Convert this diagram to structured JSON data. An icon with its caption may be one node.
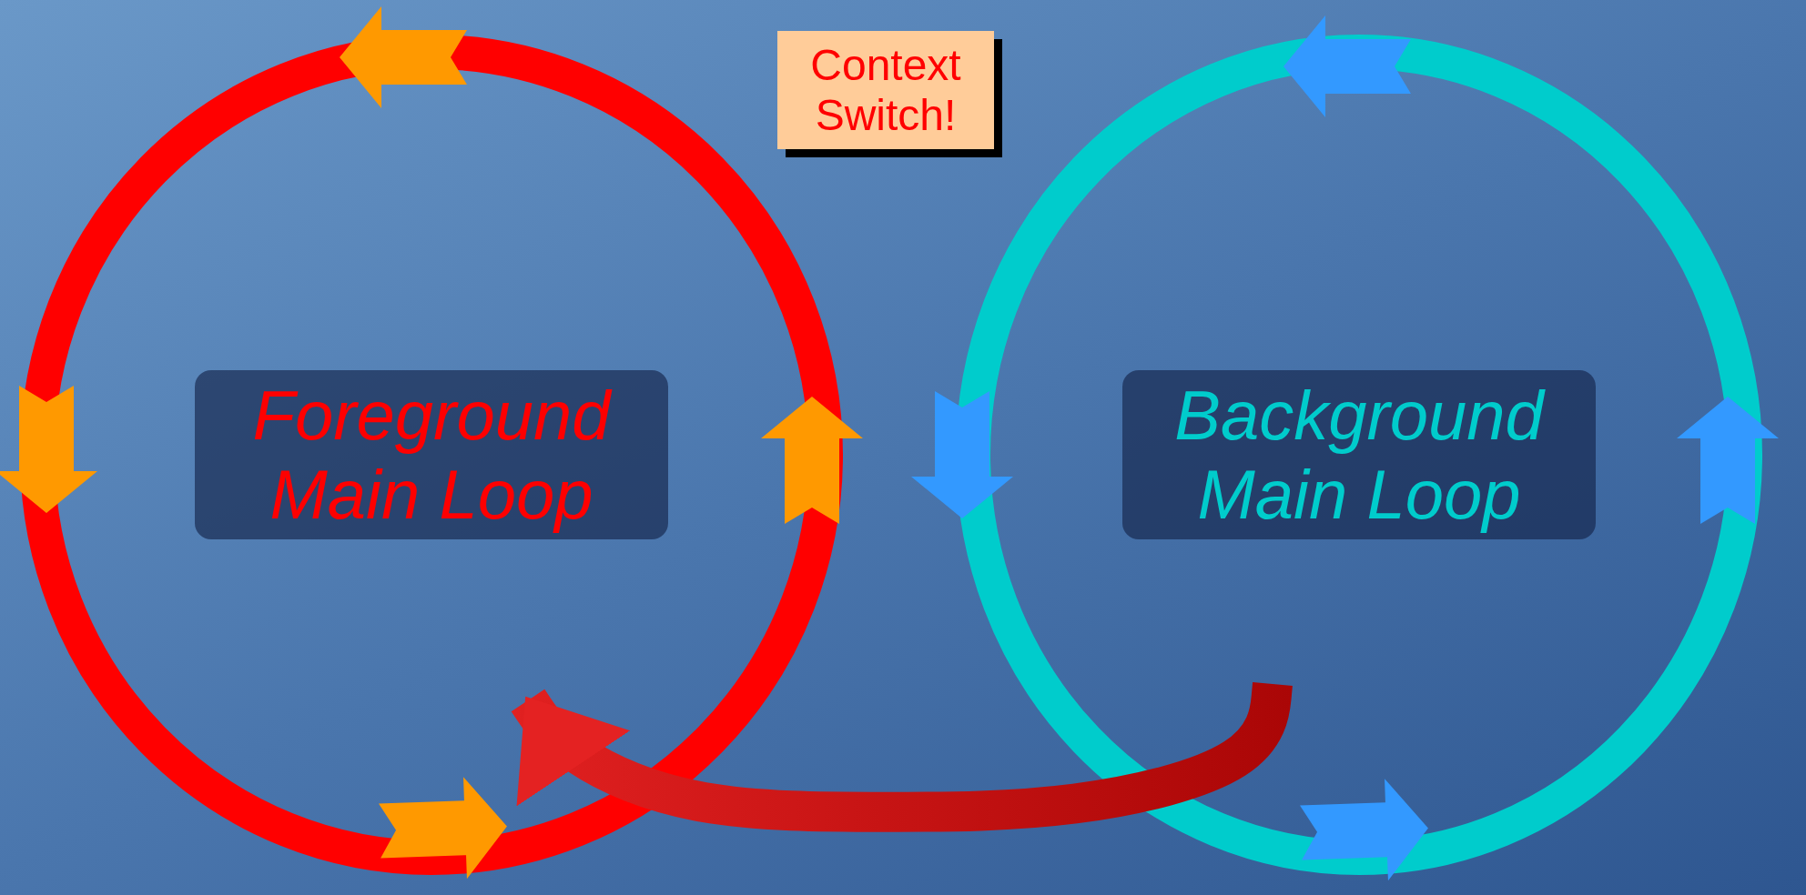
{
  "diagram": {
    "nodes": [
      {
        "text": [
          "Foreground Main Loop"
        ]
      },
      {
        "text": [
          "Background Main Loop"
        ]
      },
      {
        "text": [
          "Context Switch!"
        ]
      }
    ],
    "edges": [
      {
        "from": 1,
        "to": 0,
        "arrow": "to",
        "style": "thick"
      }
    ]
  }
}
